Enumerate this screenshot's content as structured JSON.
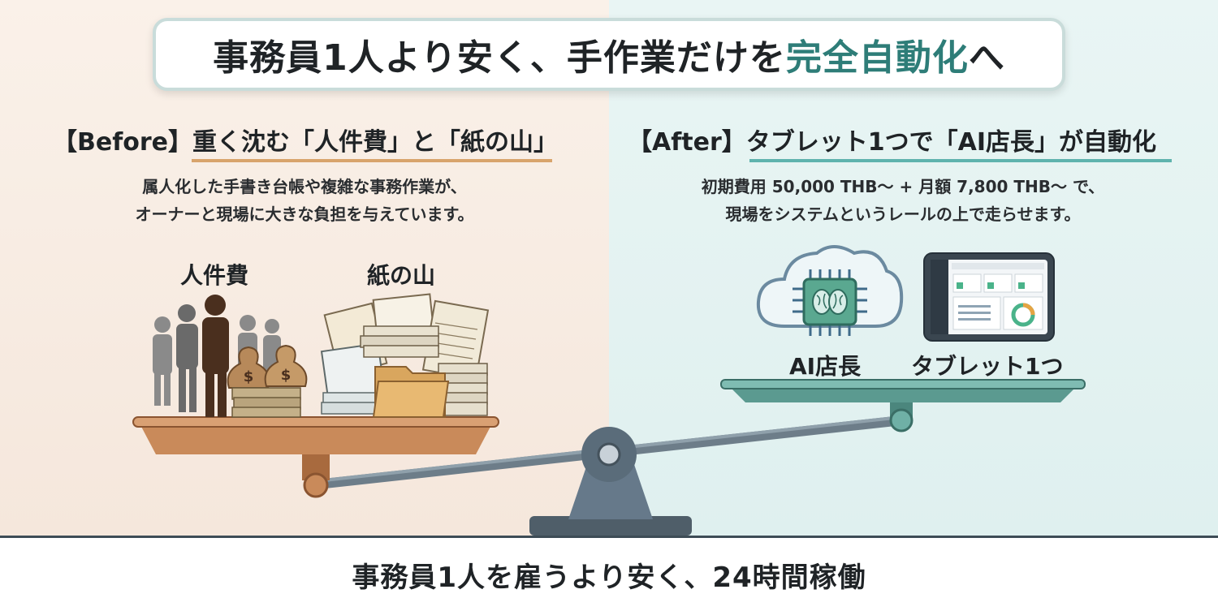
{
  "title": {
    "main": "事務員1人より安く、手作業だけを",
    "accent": "完全自動化",
    "suffix": "へ"
  },
  "before": {
    "heading_tag": "【Before】",
    "heading_text": "重く沈む「人件費」と「紙の山」",
    "description_line1": "属人化した手書き台帳や複雑な事務作業が、",
    "description_line2": "オーナーと現場に大きな負担を与えています。",
    "label_people": "人件費",
    "label_paper": "紙の山"
  },
  "after": {
    "heading_tag": "【After】",
    "heading_text": "タブレット1つで「AI店長」が自動化",
    "description_line1": "初期費用 50,000 THB〜 + 月額 7,800 THB〜 で、",
    "description_line2": "現場をシステムというレールの上で走らせます。",
    "label_ai": "AI店長",
    "label_tablet": "タブレット1つ"
  },
  "footer": {
    "text": "事務員1人を雇うより安く、24時間稼働"
  },
  "colors": {
    "accent_teal": "#2e7d78",
    "before_underline": "#d8a46c",
    "after_underline": "#5fb3ad",
    "left_pan": "#c98a5a",
    "right_pan": "#5b9a90"
  },
  "icons": {
    "people": "businesspeople-silhouette-icon",
    "money": "money-bag-icon",
    "paper": "paper-stack-icon",
    "cloud": "cloud-ai-brain-icon",
    "tablet": "tablet-dashboard-icon"
  }
}
